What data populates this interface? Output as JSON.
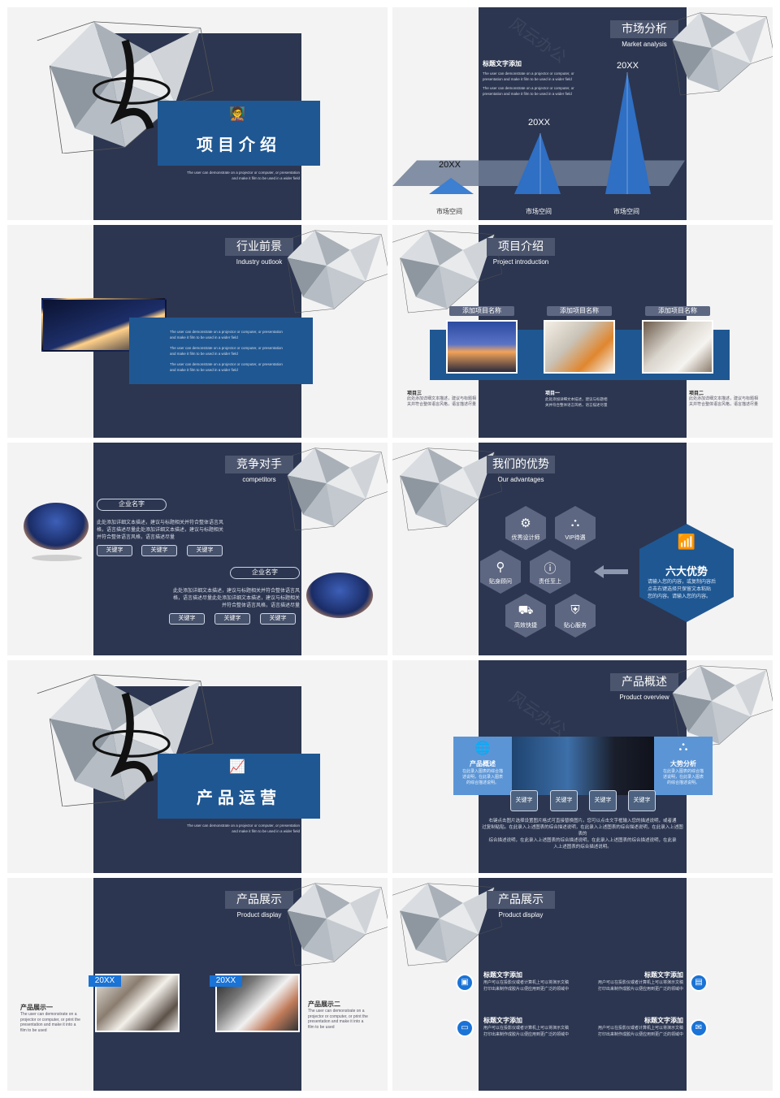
{
  "slides": {
    "s1": {
      "title": "项目介绍",
      "desc_line1": "The user can demonstrate on a projector or computer, or presentation",
      "desc_line2": "and make it film to be used in a wider field"
    },
    "s2": {
      "title_zh": "市场分析",
      "title_en": "Market analysis",
      "heading": "标题文字添加",
      "para1_l1": "The user can demonstrate on a projector or computer, or",
      "para1_l2": "presentation and make it film to be used in a wider field",
      "para2_l1": "The user can demonstrate on a projector or computer, or",
      "para2_l2": "presentation and make it film to be used in a wider field",
      "pyramids": [
        {
          "year": "20XX",
          "label": "市场空间"
        },
        {
          "year": "20XX",
          "label": "市场空间"
        },
        {
          "year": "20XX",
          "label": "市场空间"
        }
      ]
    },
    "s3": {
      "title_zh": "行业前景",
      "title_en": "Industry outlook",
      "paras": [
        {
          "l1": "The user can demonstrate on a projector or computer, or presentation",
          "l2": "and make it film to be used in a wider field"
        },
        {
          "l1": "The user can demonstrate on a projector or computer, or presentation",
          "l2": "and make it film to be used in a wider field"
        },
        {
          "l1": "The user can demonstrate on a projector or computer, or presentation",
          "l2": "and make it film to be used in a wider field"
        }
      ]
    },
    "s4": {
      "title_zh": "项目介绍",
      "title_en": "Project introduction",
      "items": [
        {
          "chip": "添加项目名称",
          "name": "项目三",
          "l1": "此处添加详细文本描述，建议与标题相",
          "l2": "关并符合整体语言风格，语言描述尽量"
        },
        {
          "chip": "添加项目名称",
          "name": "项目一",
          "l1": "此处添加详细文本描述，建议与标题相",
          "l2": "关并符合整体语言风格，语言描述尽量"
        },
        {
          "chip": "添加项目名称",
          "name": "项目二",
          "l1": "此处添加详细文本描述，建议与标题相",
          "l2": "关并符合整体语言风格，语言描述尽量"
        }
      ]
    },
    "s5": {
      "title_zh": "竞争对手",
      "title_en": "competitors",
      "company1": "企业名字",
      "c1_l1": "此处添加详细文本描述，建议与标题相关并符合整体语言风",
      "c1_l2": "格，语言描述尽量此处添加详细文本描述，建议与标题相关",
      "c1_l3": "并符合整体语言风格，语言描述尽量",
      "company2": "企业名字",
      "c2_l1": "此处添加详细文本描述，建议与标题相关并符合整体语言风",
      "c2_l2": "格，语言描述尽量此处添加详细文本描述，建议与标题相关",
      "c2_l3": "并符合整体语言风格，语言描述尽量",
      "keywords": [
        "关键字",
        "关键字",
        "关键字",
        "关键字",
        "关键字",
        "关键字"
      ]
    },
    "s6": {
      "title_zh": "我们的优势",
      "title_en": "Our advantages",
      "hexes": [
        "优秀设计师",
        "VIP待遇",
        "贴身顾问",
        "责任至上",
        "高效快捷",
        "贴心服务"
      ],
      "big_title": "六大优势",
      "big_l1": "请输入您的内容，或复制内容后",
      "big_l2": "点击右键选择只保留文本粘贴",
      "big_l3": "您的内容。请输入您的内容。"
    },
    "s7": {
      "title": "产品运营",
      "desc_line1": "The user can demonstrate on a projector or computer, or presentation",
      "desc_line2": "and make it film to be used in a wider field"
    },
    "s8": {
      "title_zh": "产品概述",
      "title_en": "Product overview",
      "left_title": "产品概述",
      "left_l1": "在此录入图表的综合描",
      "left_l2": "述说明，在此录入图表",
      "left_l3": "的综合描述说明。",
      "right_title": "大势分析",
      "right_l1": "在此录入图表的综合描",
      "right_l2": "述说明，在此录入图表",
      "right_l3": "的综合描述说明。",
      "keywords": [
        "关键字",
        "关键字",
        "关键字",
        "关键字"
      ],
      "body_l1": "右键点击图片选择设置图片格式可直接替换图片。您可以点击文字框输入您的描述说明，或者通",
      "body_l2": "过复制粘贴。在此录入上述图表的综合描述说明，在此录入上述图表的综合描述说明，在此录入上述图表的",
      "body_l3": "综合描述说明，在此录入上述图表的综合描述说明，在此录入上述图表的综合描述说明，在此录",
      "body_l4": "入上述图表的综合描述说明。"
    },
    "s9": {
      "title_zh": "产品展示",
      "title_en": "Product display",
      "year1": "20XX",
      "year2": "20XX",
      "p1_title": "产品展示一",
      "p1_l1": "The user can demonstrate on a",
      "p1_l2": "projector or computer, or print the",
      "p1_l3": "presentation and make it into a",
      "p1_l4": "film to be used",
      "p2_title": "产品展示二",
      "p2_l1": "The user can demonstrate on a",
      "p2_l2": "projector or computer, or print the",
      "p2_l3": "presentation and make it into a",
      "p2_l4": "film to be used"
    },
    "s10": {
      "title_zh": "产品展示",
      "title_en": "Product display",
      "items": [
        {
          "title": "标题文字添加",
          "l1": "用户可以在投影仪或者计算机上可以将演示文稿",
          "l2": "打印出来制作成胶片以便应用到更广泛的领域中"
        },
        {
          "title": "标题文字添加",
          "l1": "用户可以在投影仪或者计算机上可以将演示文稿",
          "l2": "打印出来制作成胶片以便应用到更广泛的领域中"
        },
        {
          "title": "标题文字添加",
          "l1": "用户可以在投影仪或者计算机上可以将演示文稿",
          "l2": "打印出来制作成胶片以便应用到更广泛的领域中"
        },
        {
          "title": "标题文字添加",
          "l1": "用户可以在投影仪或者计算机上可以将演示文稿",
          "l2": "打印出来制作成胶片以便应用到更广泛的领域中"
        }
      ]
    }
  },
  "colors": {
    "navy": "#2c3650",
    "blue": "#1f5792",
    "accent": "#1a73d6",
    "slide_bg": "#f3f3f3"
  }
}
